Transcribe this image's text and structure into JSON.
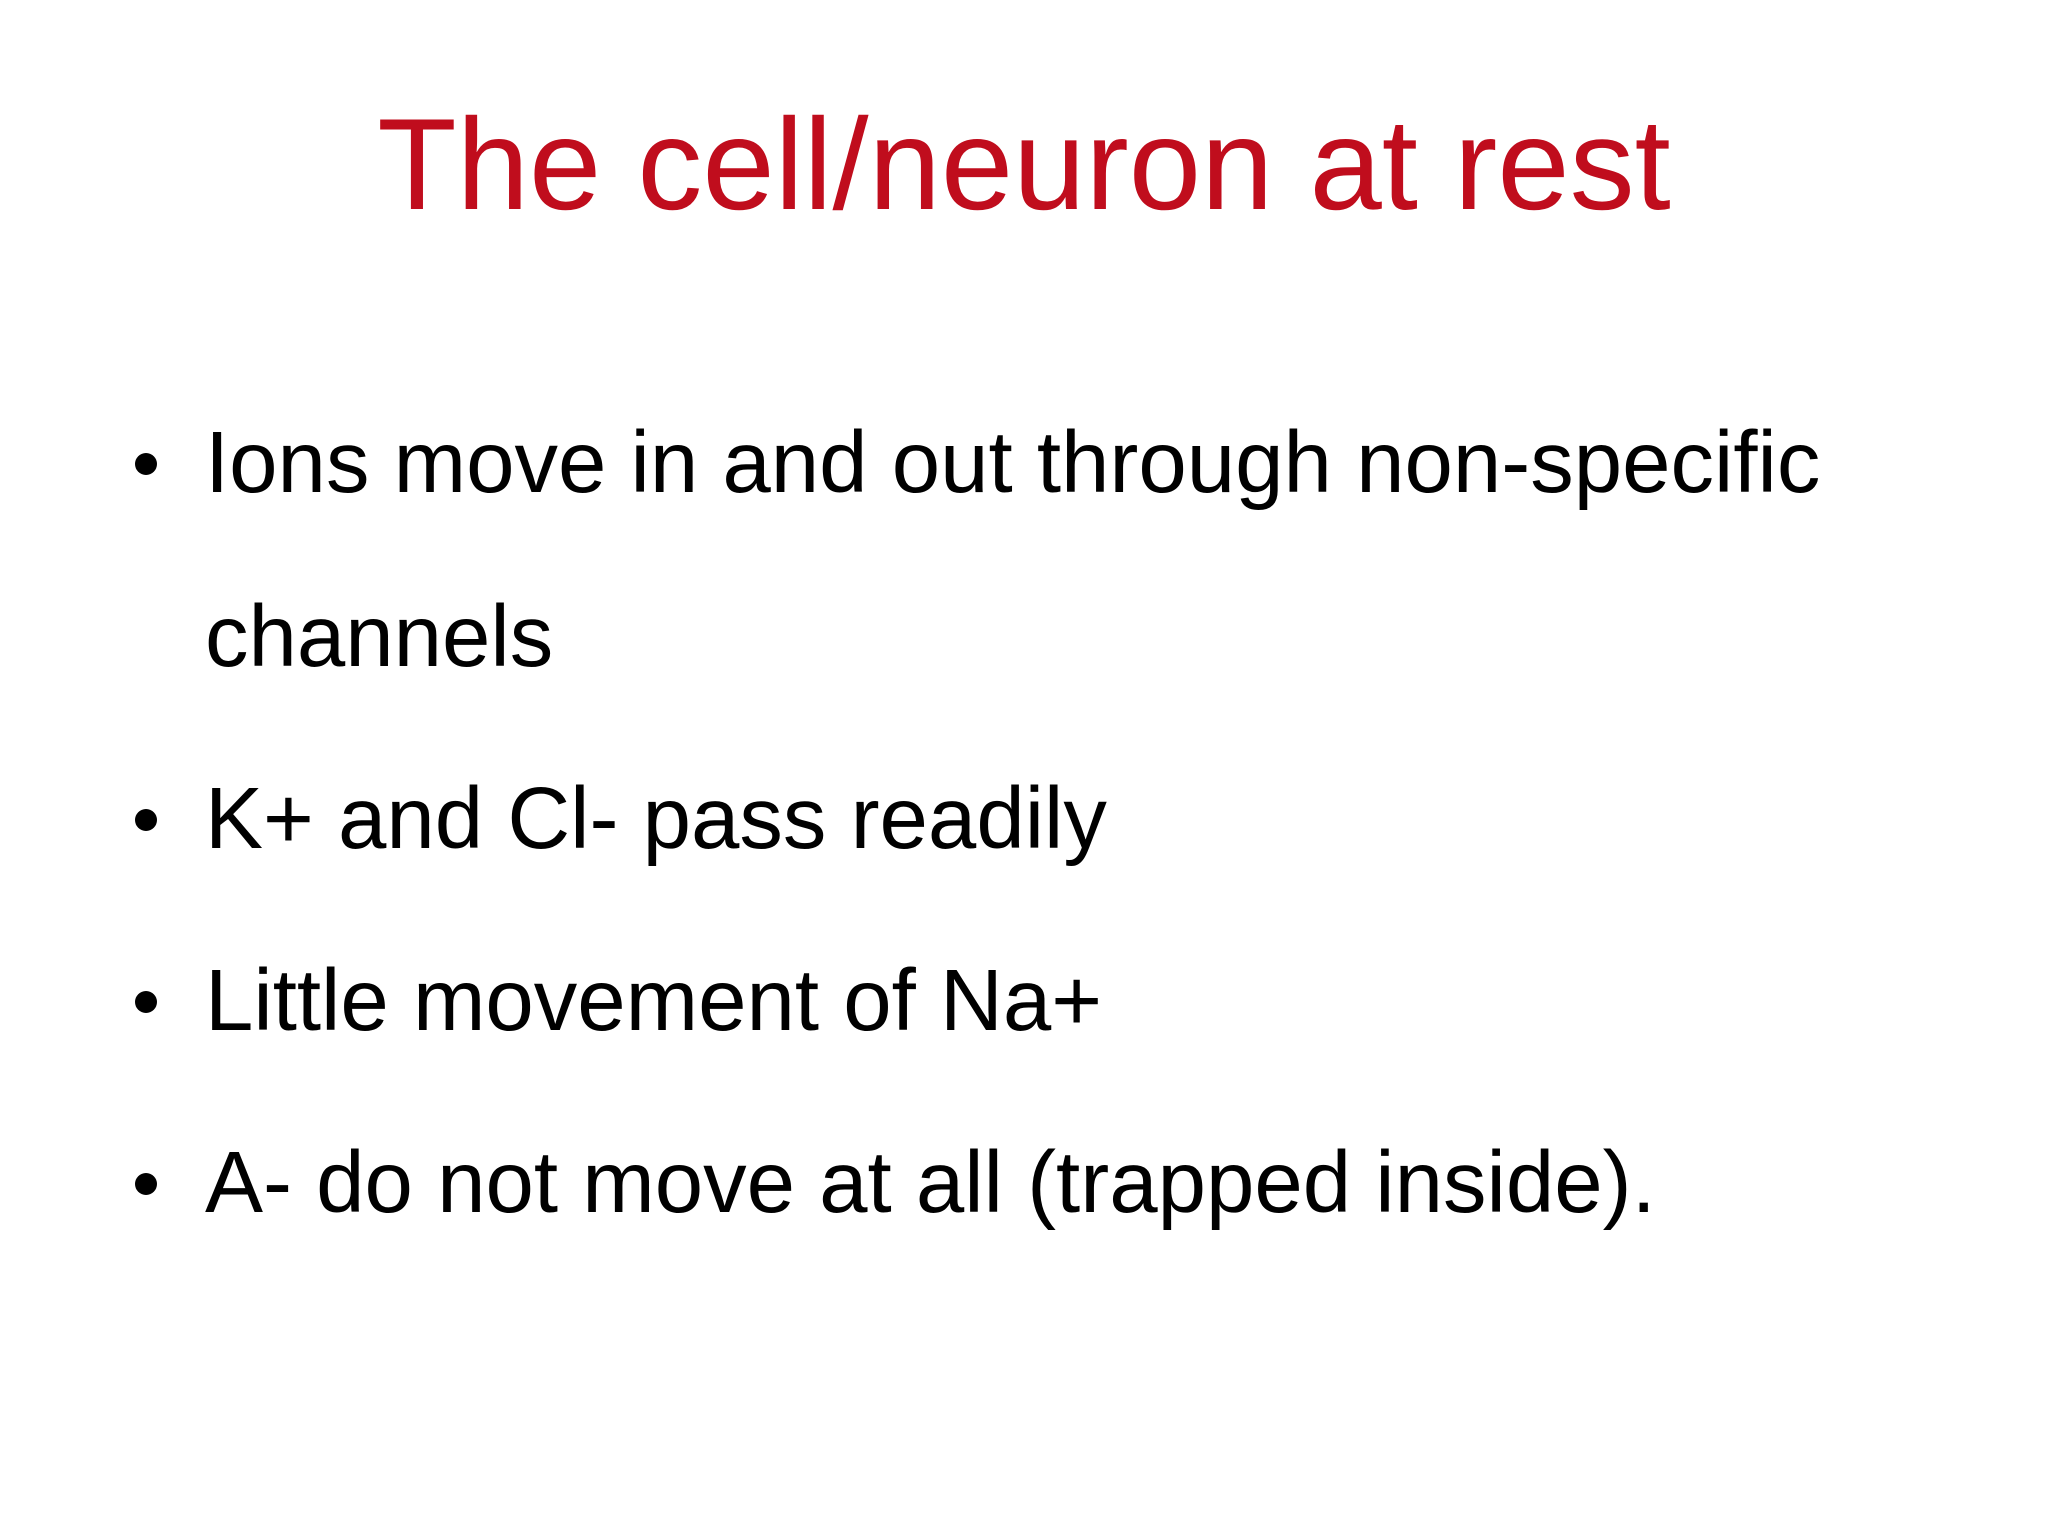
{
  "slide": {
    "title": "The cell/neuron at rest",
    "bullets": [
      "Ions move in and out through non-specific channels",
      "K+ and Cl- pass readily",
      "Little movement of Na+",
      "A- do not move at all (trapped inside)."
    ],
    "colors": {
      "title": "#c00d1d",
      "body_text": "#000000",
      "background": "#ffffff"
    }
  }
}
